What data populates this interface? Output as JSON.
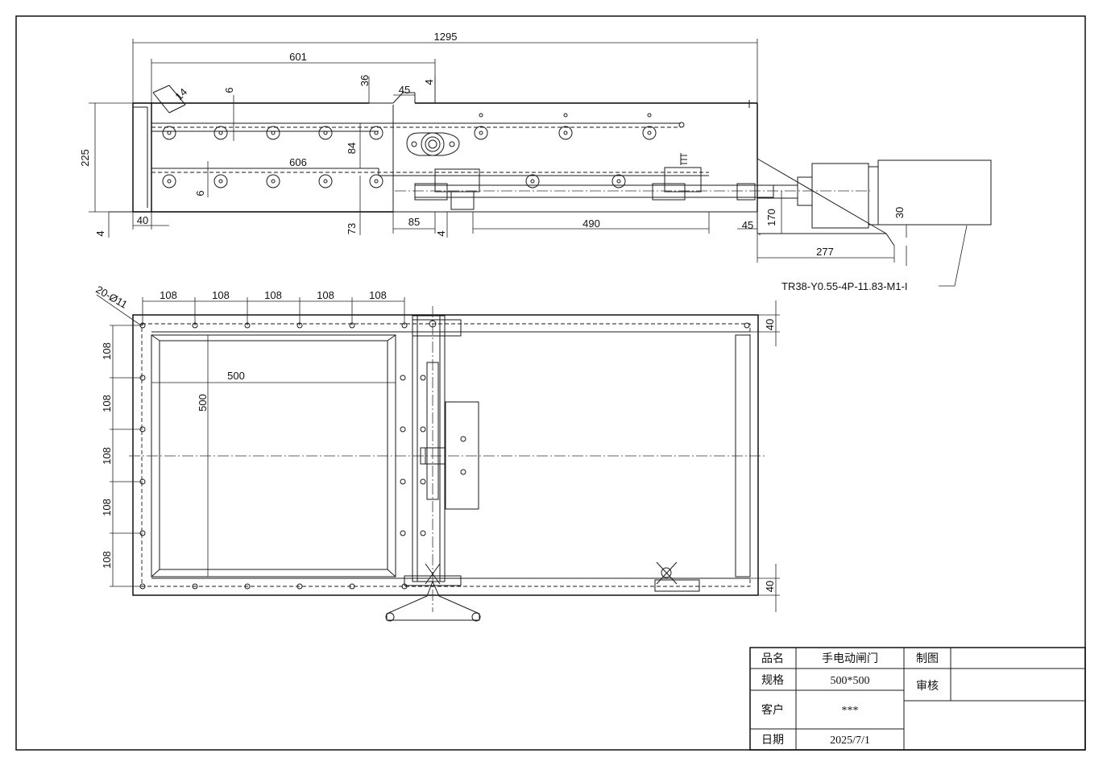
{
  "drawing": {
    "dims_top": {
      "overall": "1295",
      "d601": "601",
      "d36": "36",
      "d45a": "45",
      "d4a": "4",
      "d6a": "6",
      "d14": "14",
      "d225": "225",
      "d84": "84",
      "d606": "606",
      "d6b": "6",
      "d40": "40",
      "d4b": "4",
      "d73": "73",
      "d85": "85",
      "d4c": "4",
      "d490": "490",
      "d45b": "45",
      "d170": "170",
      "d30": "30",
      "d277": "277",
      "motor_label": "TR38-Y0.55-4P-11.83-M1-I"
    },
    "dims_plan": {
      "holes": "20-Ø11",
      "pitch_x": [
        "108",
        "108",
        "108",
        "108",
        "108"
      ],
      "pitch_y": [
        "108",
        "108",
        "108",
        "108",
        "108"
      ],
      "w500": "500",
      "h500": "500",
      "m40a": "40",
      "m40b": "40"
    }
  },
  "title_block": {
    "product_name_label": "品名",
    "product_name_value": "手电动闸门",
    "spec_label": "规格",
    "spec_value": "500*500",
    "customer_label": "客户",
    "customer_value": "***",
    "date_label": "日期",
    "date_value": "2025/7/1",
    "drawn_label": "制图",
    "drawn_value": "",
    "checked_label": "审核",
    "checked_value": ""
  }
}
